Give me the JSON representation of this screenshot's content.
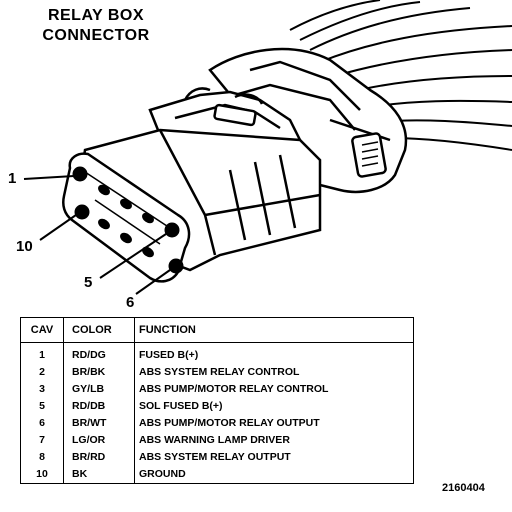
{
  "title": {
    "line1": "RELAY BOX",
    "line2": "CONNECTOR"
  },
  "callouts": {
    "c1": "1",
    "c10": "10",
    "c5": "5",
    "c6": "6"
  },
  "table": {
    "headers": {
      "cav": "CAV",
      "color": "COLOR",
      "function": "FUNCTION"
    },
    "rows": [
      {
        "cav": "1",
        "color": "RD/DG",
        "function": "FUSED B(+)"
      },
      {
        "cav": "2",
        "color": "BR/BK",
        "function": "ABS SYSTEM RELAY CONTROL"
      },
      {
        "cav": "3",
        "color": "GY/LB",
        "function": "ABS PUMP/MOTOR RELAY CONTROL"
      },
      {
        "cav": "5",
        "color": "RD/DB",
        "function": "SOL FUSED B(+)"
      },
      {
        "cav": "6",
        "color": "BR/WT",
        "function": "ABS PUMP/MOTOR RELAY OUTPUT"
      },
      {
        "cav": "7",
        "color": "LG/OR",
        "function": "ABS WARNING LAMP DRIVER"
      },
      {
        "cav": "8",
        "color": "BR/RD",
        "function": "ABS SYSTEM RELAY OUTPUT"
      },
      {
        "cav": "10",
        "color": "BK",
        "function": "GROUND"
      }
    ]
  },
  "figure_number": "2160404"
}
